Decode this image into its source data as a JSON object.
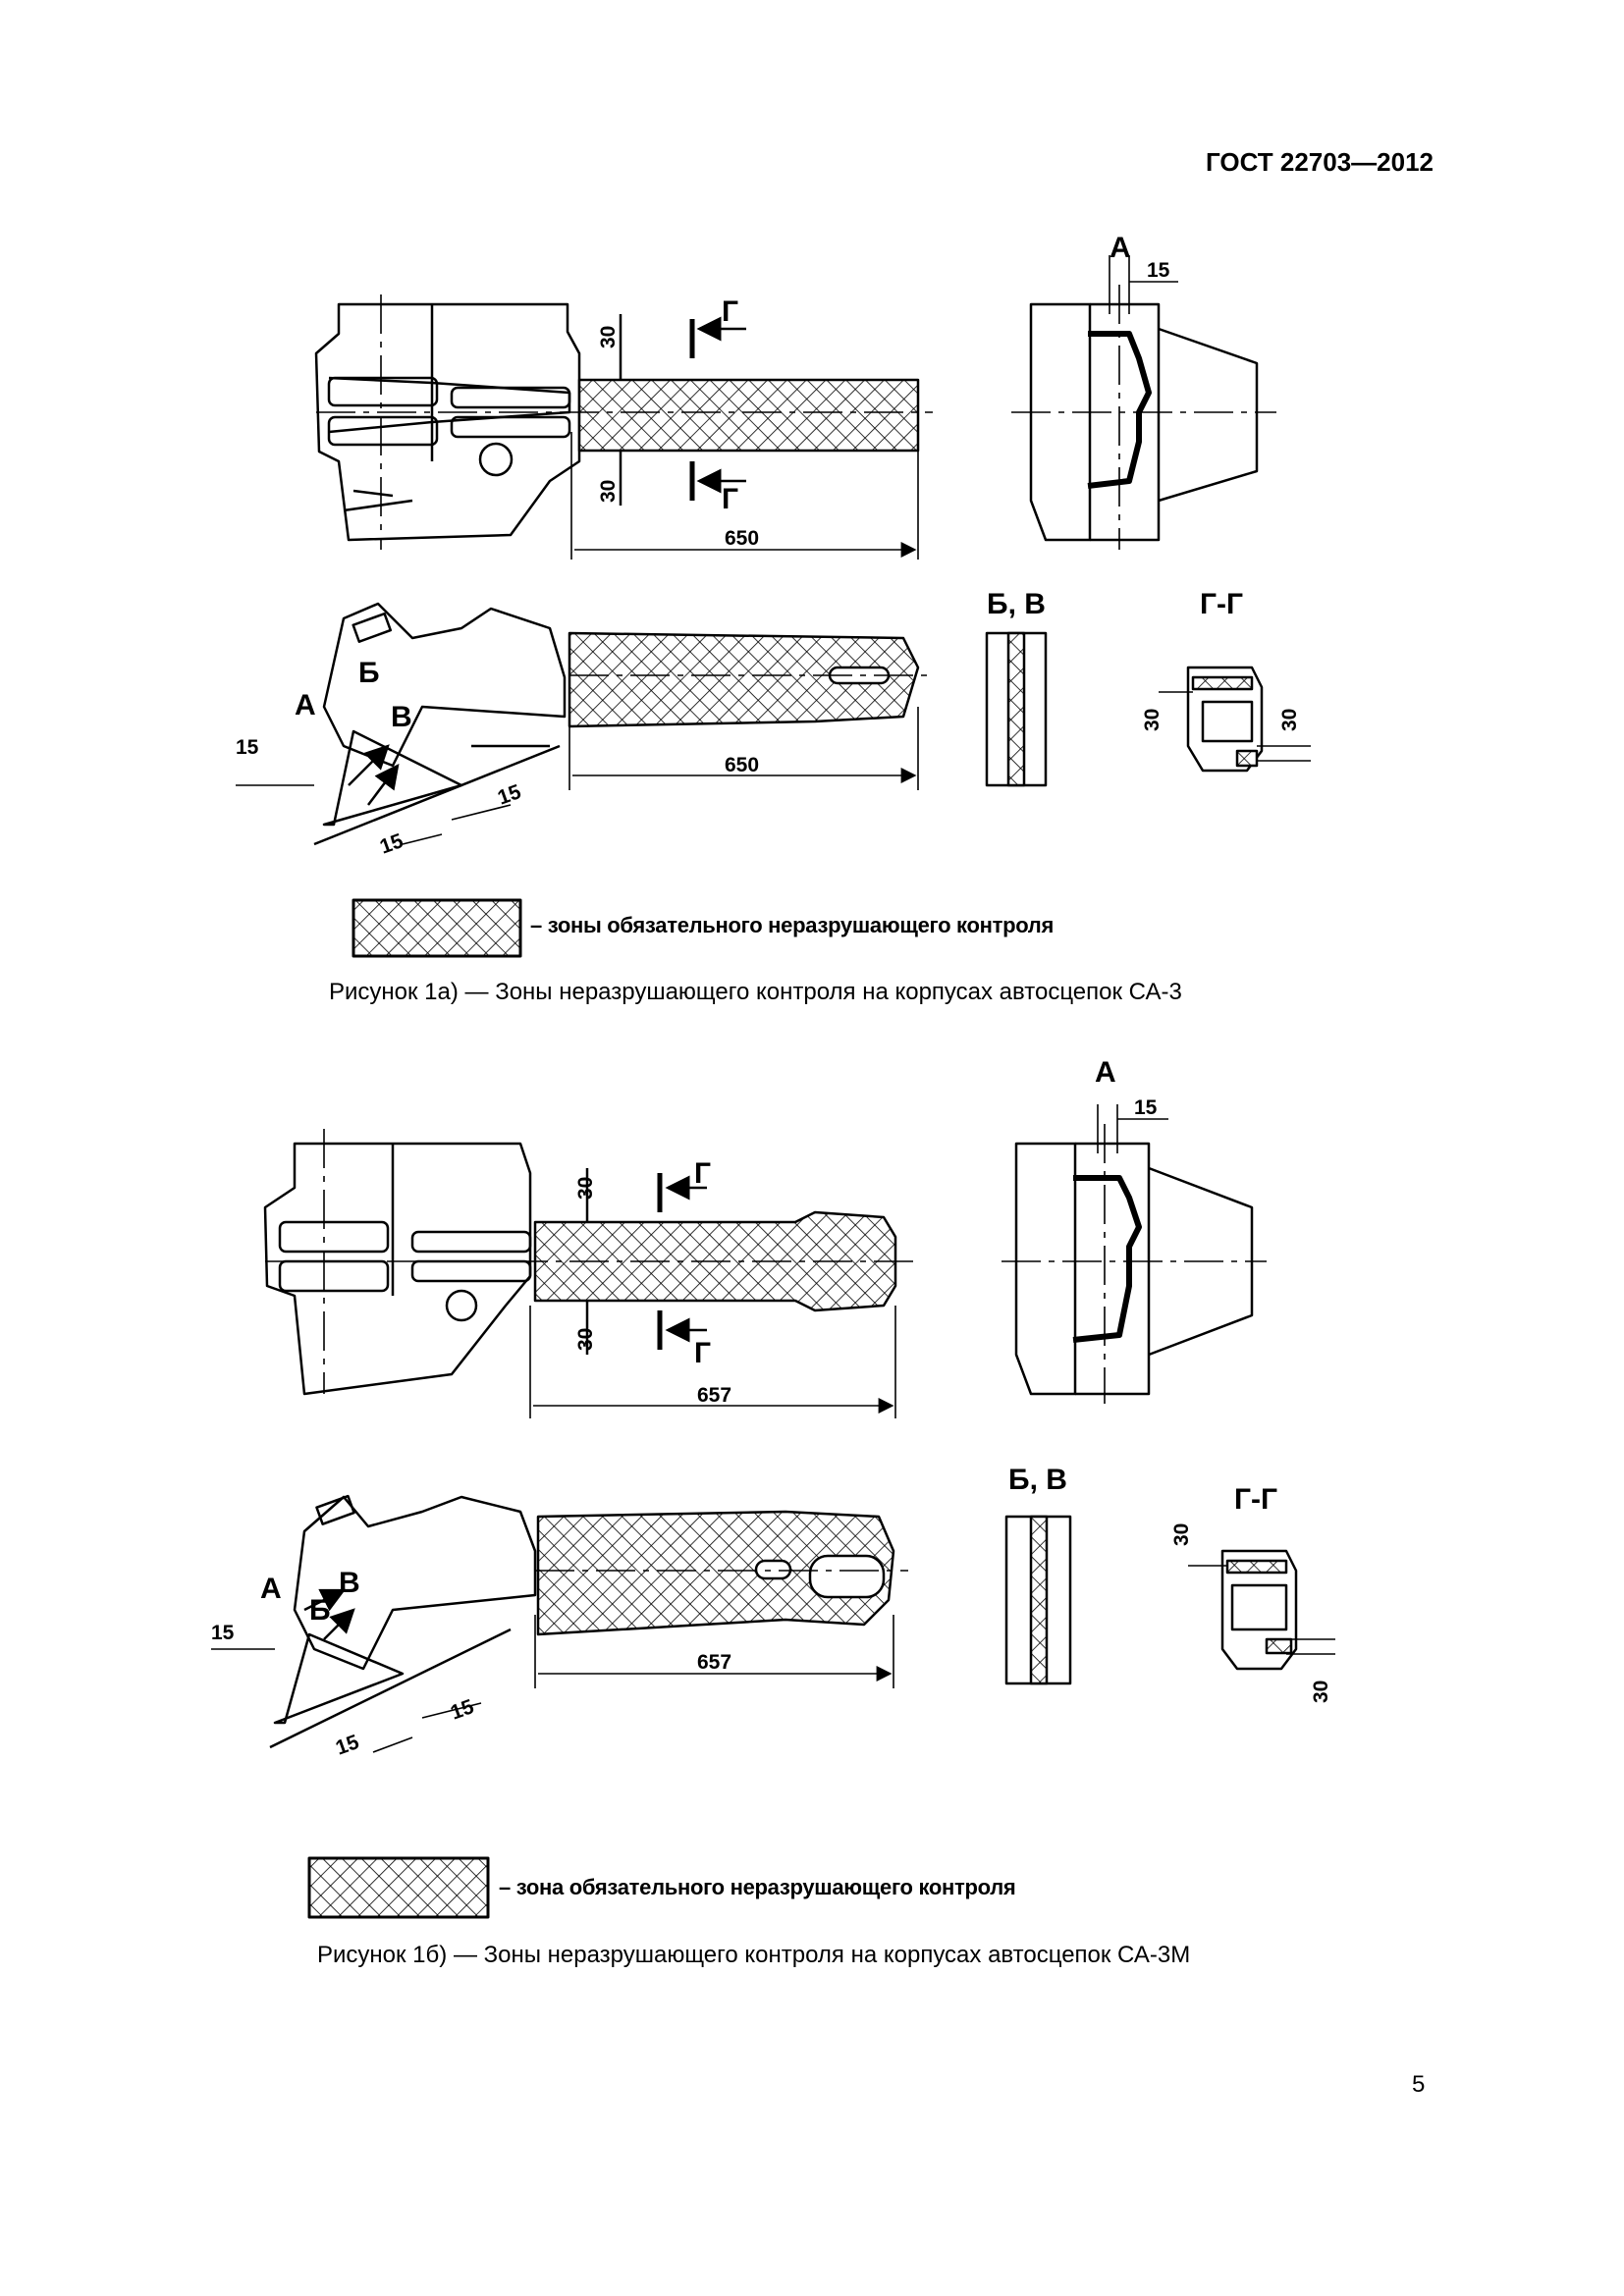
{
  "header": {
    "doc_id": "ГОСТ 22703—2012"
  },
  "figure_a": {
    "caption": "Рисунок 1а) — Зоны неразрушающего контроля на корпусах автосцепок СА-3",
    "legend": "– зоны обязательного неразрушающего контроля",
    "length_top": "650",
    "length_side": "650",
    "dim_30": "30",
    "dim_15": "15",
    "label_A": "А",
    "label_B": "Б",
    "label_V": "В",
    "label_G": "Г",
    "section_BV": "Б, В",
    "section_GG": "Г-Г"
  },
  "figure_b": {
    "caption": "Рисунок 1б) — Зоны неразрушающего контроля на корпусах автосцепок СА-3М",
    "legend": "– зона обязательного неразрушающего контроля",
    "length_top": "657",
    "length_side": "657",
    "dim_30": "30",
    "dim_15": "15",
    "label_A": "А",
    "label_B": "Б",
    "label_V": "В",
    "label_G": "Г",
    "section_BV": "Б, В",
    "section_GG": "Г-Г"
  },
  "page_number": "5"
}
